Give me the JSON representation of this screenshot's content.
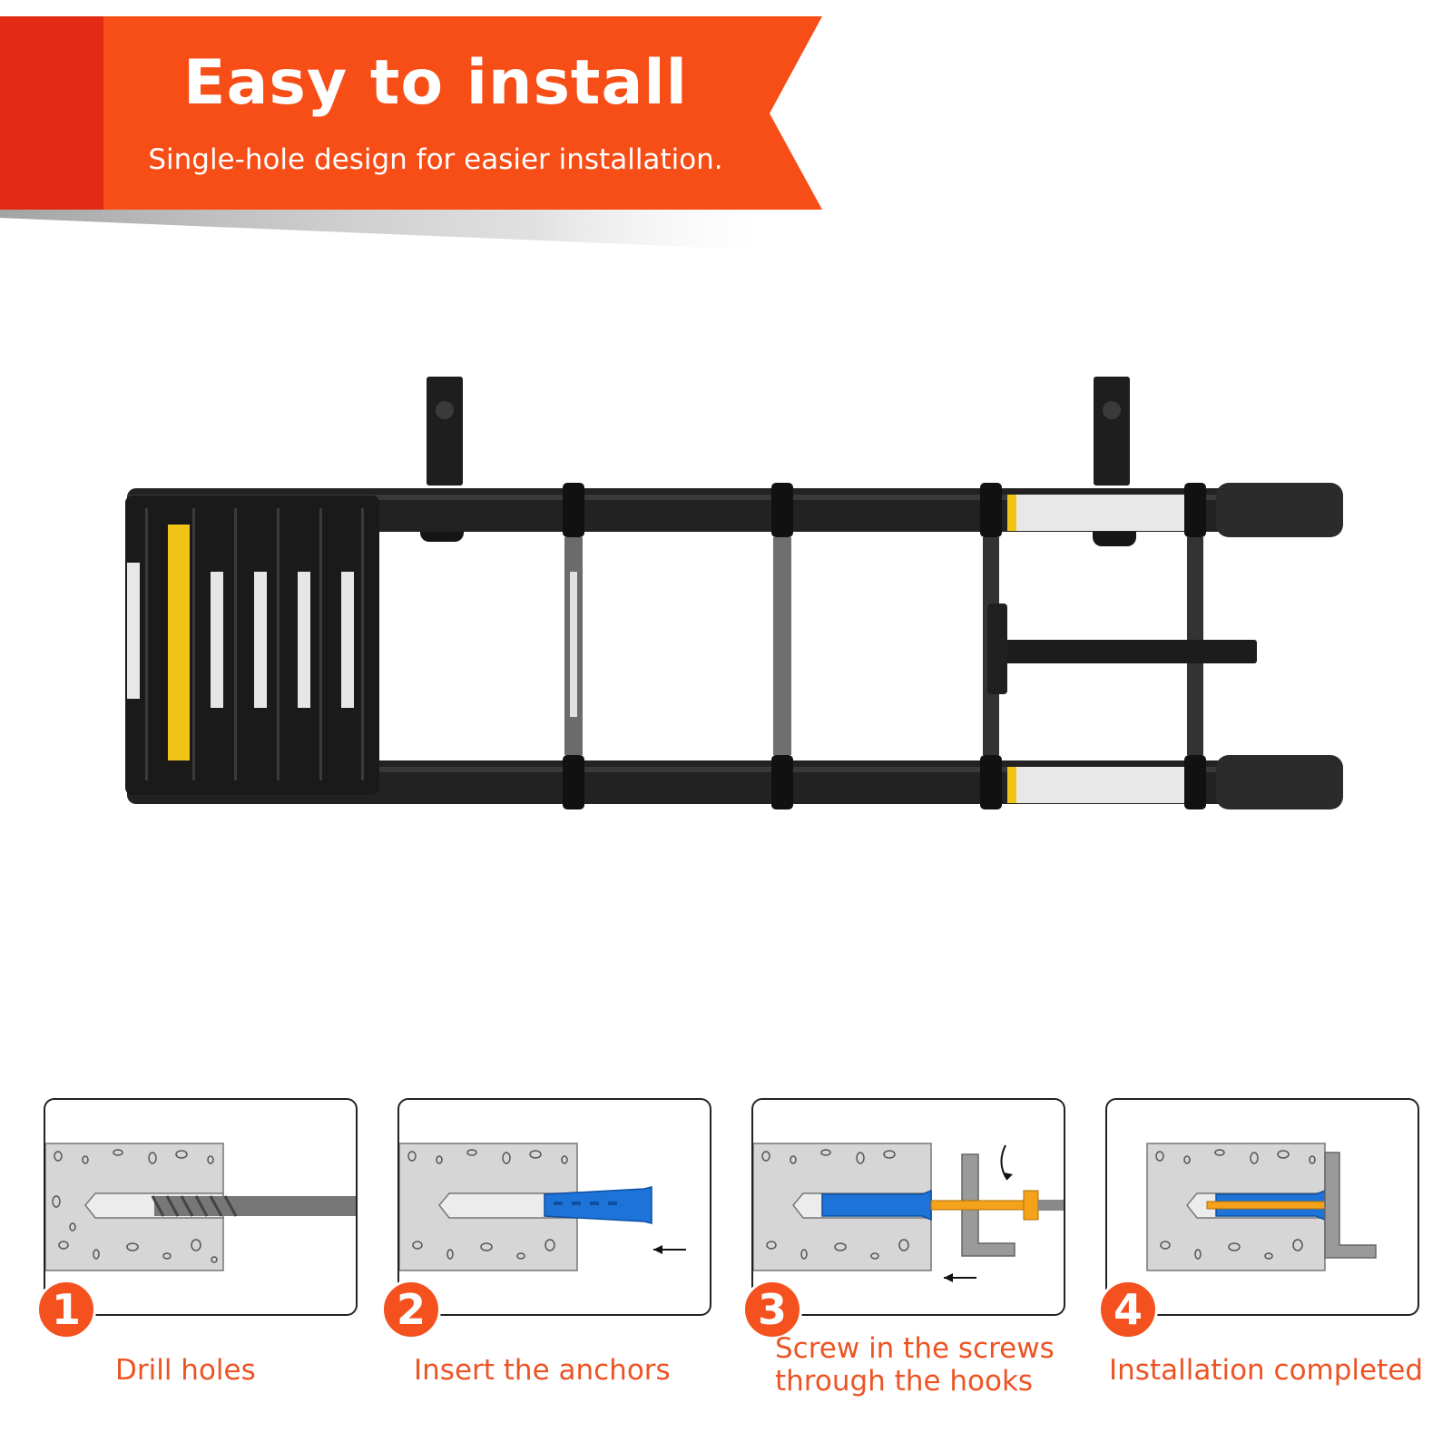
{
  "banner": {
    "title": "Easy to install",
    "subtitle": "Single-hole design for easier installation.",
    "colors": {
      "main": "#f74d16",
      "dark_edge": "#e32a14"
    }
  },
  "steps": [
    {
      "number": "1",
      "label_lines": [
        "Drill holes"
      ],
      "illustration": "drill-bit"
    },
    {
      "number": "2",
      "label_lines": [
        "Insert the  anchors"
      ],
      "illustration": "wall-anchor"
    },
    {
      "number": "3",
      "label_lines": [
        "Screw in the screws",
        "through the hooks"
      ],
      "illustration": "screw-hook"
    },
    {
      "number": "4",
      "label_lines": [
        "Installation completed"
      ],
      "illustration": "hook-installed"
    }
  ],
  "colors": {
    "accent": "#f4511e",
    "label": "#ec5424",
    "anchor_blue": "#1e73d8",
    "screw_orange": "#f5a21b",
    "ladder_black": "#1c1c1c",
    "ladder_yellow": "#f2c417"
  }
}
